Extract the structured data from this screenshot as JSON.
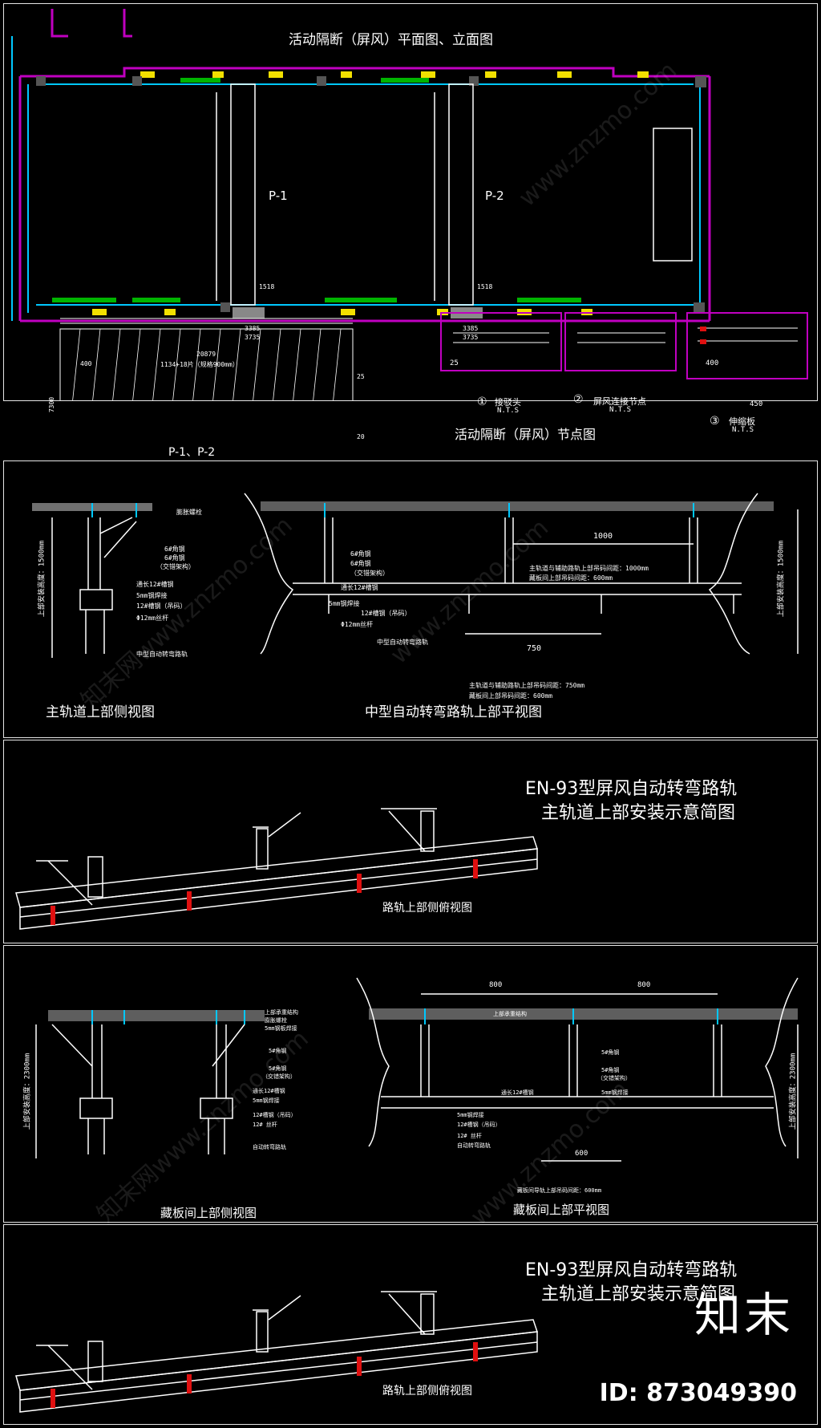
{
  "panel1": {
    "title": "活动隔断（屏风）平面图、立面图",
    "room_label_1": "P-1",
    "room_label_2": "P-2",
    "elevation_caption": "P-1、P-2",
    "elevation_dim_total": "20879",
    "elevation_dim_left": "400",
    "elevation_dim_mid": "1134+18片（规格900mm）",
    "elevation_dim_side": "25",
    "elevation_dim_bottom": "20",
    "elevation_height": "7300",
    "bottom_dim_a1": "3385",
    "bottom_dim_b1": "3735",
    "bottom_dim_a2": "3385",
    "bottom_dim_b2": "3735",
    "dim_1518_a": "1518",
    "dim_1518_b": "1518",
    "node_title": "活动隔断（屏风）节点图",
    "node_1_label": "①",
    "node_1_name": "接驳头",
    "node_1_scale": "N.T.S",
    "node_1_dim": "25",
    "node_2_label": "②",
    "node_2_name": "屏风连接节点",
    "node_2_scale": "N.T.S",
    "node_3_label": "③",
    "node_3_name": "伸缩板",
    "node_3_scale": "N.T.S",
    "node_3_dim_top": "400",
    "node_3_dim_bottom": "450"
  },
  "panel2": {
    "side_caption": "主轨道上部侧视图",
    "plan_caption": "中型自动转弯路轨上部平视图",
    "side_height_label": "上部安装高度：1500mm",
    "plan_height_label": "上部安装高度：1500mm",
    "dim_1000": "1000",
    "dim_750": "750",
    "note_top_1": "主轨道与辅助路轨上部吊码间距：1000mm",
    "note_top_2": "藏板间上部吊码间距：600mm",
    "note_bottom_1": "主轨道与辅助路轨上部吊码间距：750mm",
    "note_bottom_2": "藏板间上部吊码间距：600mm",
    "side_labels": [
      "膨胀螺栓",
      "6#角钢",
      "6#角钢",
      "（交错架构）",
      "通长12#槽钢",
      "5mm钢焊接",
      "12#槽钢（吊码）",
      "Φ12mm丝杆",
      "中型自动转弯路轨"
    ],
    "plan_labels": [
      "6#角钢",
      "6#角钢",
      "（交错架构）",
      "通长12#槽钢",
      "5mm钢焊接",
      "12#槽钢（吊码）",
      "Φ12mm丝杆",
      "中型自动转弯路轨"
    ]
  },
  "panel3": {
    "title_line1": "EN-93型屏风自动转弯路轨",
    "title_line2": "主轨道上部安装示意简图",
    "caption": "路轨上部侧俯视图"
  },
  "panel4": {
    "side_caption": "藏板间上部侧视图",
    "plan_caption": "藏板间上部平视图",
    "side_height_label": "上部安装高度：2300mm",
    "plan_height_label": "上部安装高度：2300mm",
    "dim_800_a": "800",
    "dim_800_b": "800",
    "dim_600": "600",
    "note": "藏板间导轨上部吊码间距：600mm",
    "side_labels": [
      "上部承重结构",
      "膨胀螺栓",
      "5mm钢板焊接",
      "5#角钢",
      "5#角钢",
      "（交错架构）",
      "通长12#槽钢",
      "5mm钢焊接",
      "12#槽钢（吊码）",
      "12# 丝杆",
      "自动转弯路轨"
    ],
    "plan_labels": [
      "上部承重结构",
      "5#角钢",
      "5#角钢",
      "（交错架构）",
      "通长12#槽钢",
      "5mm钢焊接",
      "5mm钢焊接",
      "12#槽钢（吊码）",
      "12# 丝杆",
      "自动转弯路轨"
    ]
  },
  "panel5": {
    "title_line1": "EN-93型屏风自动转弯路轨",
    "title_line2": "主轨道上部安装示意简图",
    "caption": "路轨上部侧俯视图"
  },
  "watermark": {
    "text_1": "www.znzmo.com",
    "text_2": "知末网www.znzmo.com"
  },
  "brand": {
    "name": "知末",
    "id": "ID: 873049390"
  },
  "colors": {
    "background": "#000000",
    "frame": "#e6e6e6",
    "magenta": "#c000c0",
    "cyan": "#00c8ff",
    "yellow": "#f2e000",
    "green": "#00b400",
    "red": "#e01010",
    "white": "#ffffff"
  }
}
